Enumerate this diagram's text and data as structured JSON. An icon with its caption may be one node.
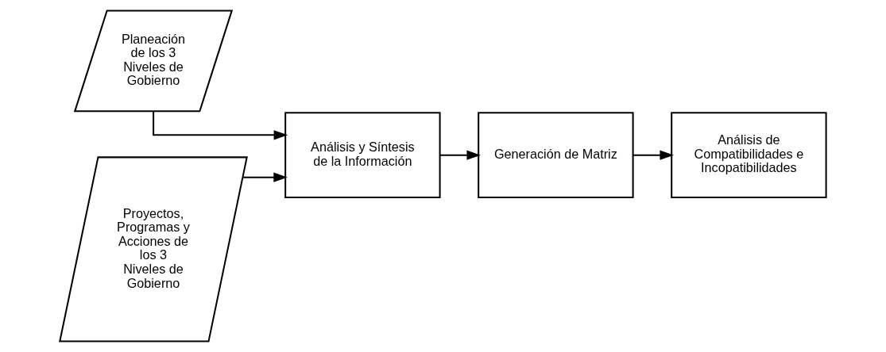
{
  "diagram": {
    "nodes": [
      {
        "text": [
          "Planeación de los 3 Niveles de Gobierno"
        ]
      },
      {
        "text": [
          "Proyectos, Programas y Acciones de los 3 Niveles de Gobierno"
        ]
      },
      {
        "text": [
          "Análisis y Síntesis de la Información"
        ]
      },
      {
        "text": [
          "Generación de Matriz"
        ]
      },
      {
        "text": [
          "Análisis de Compatibilidades e Incopatibilidades"
        ]
      }
    ],
    "edges": [
      {
        "from": 0,
        "to": 2,
        "arrow": "to"
      },
      {
        "from": 1,
        "to": 2,
        "arrow": "to"
      },
      {
        "from": 2,
        "to": 3,
        "arrow": "to"
      },
      {
        "from": 3,
        "to": 4,
        "arrow": "to"
      }
    ]
  }
}
